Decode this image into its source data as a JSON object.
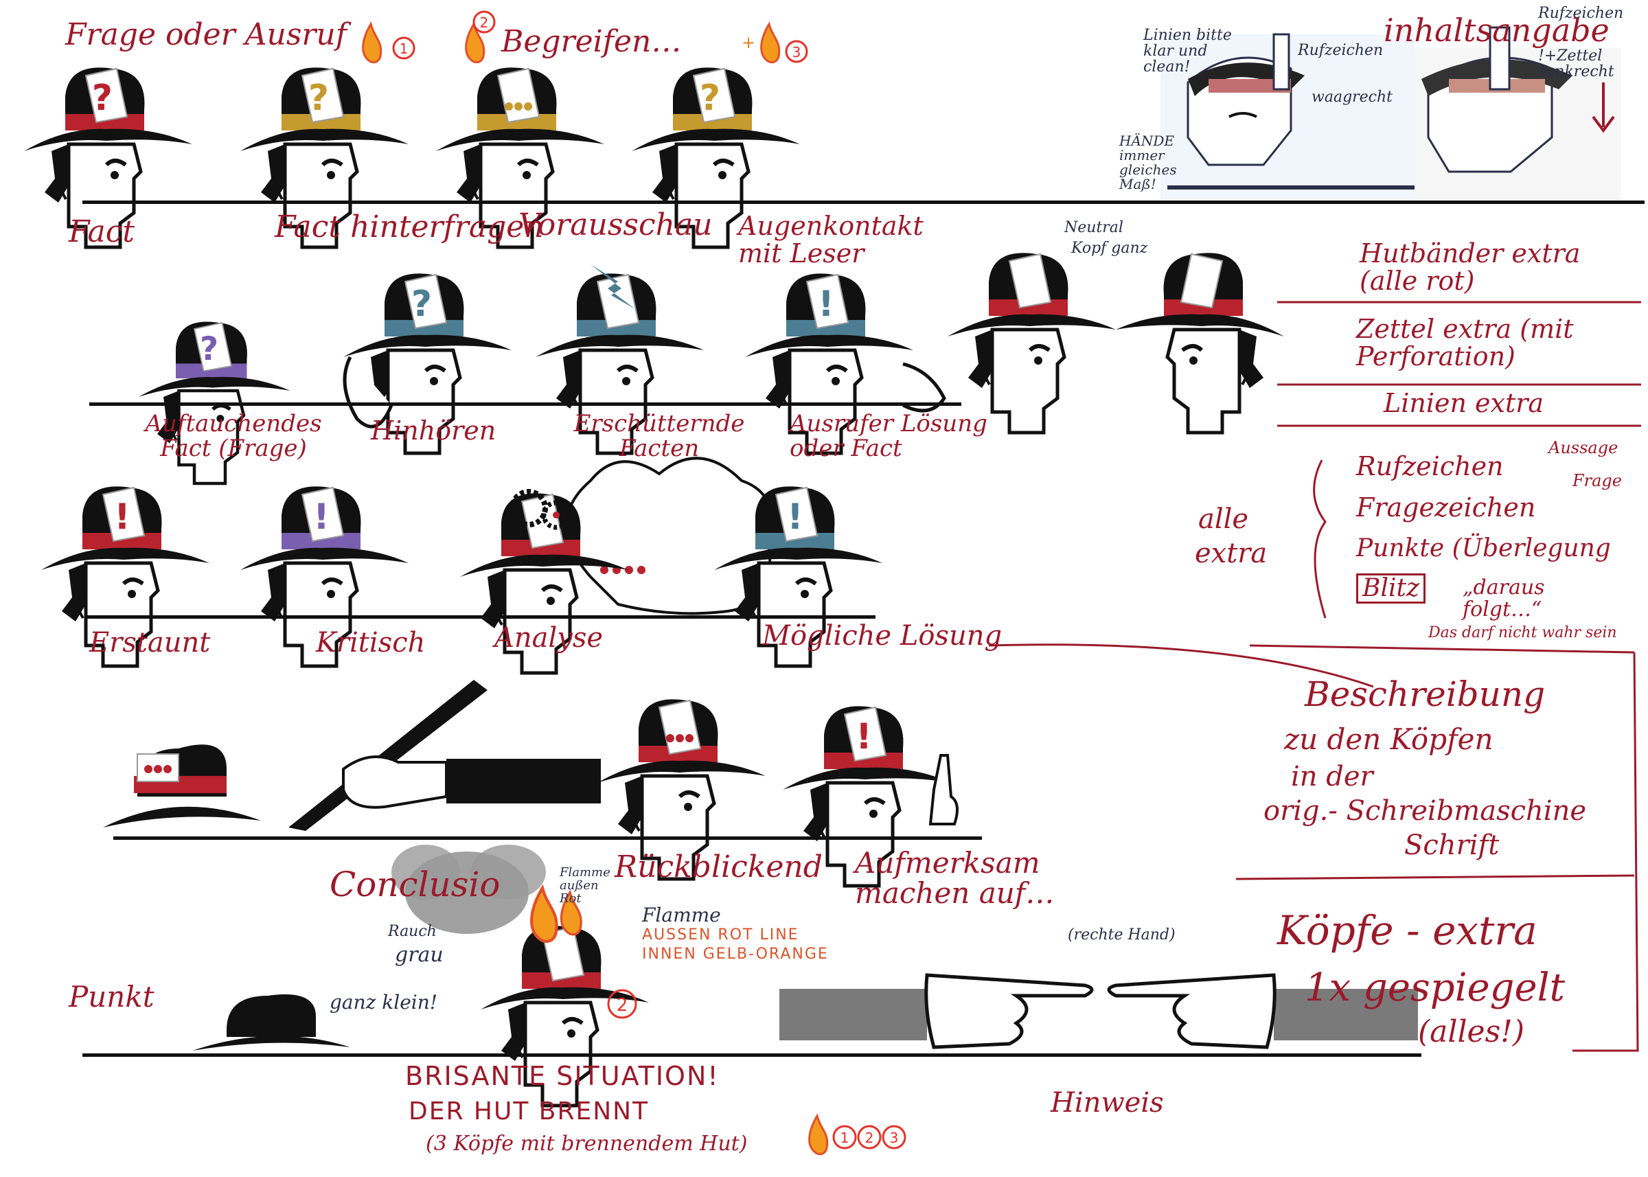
{
  "colors": {
    "ink": "#111111",
    "annotation_red": "#9b1a2a",
    "band_red": "#b8232e",
    "band_gold": "#c59a2e",
    "band_blue": "#4c7d93",
    "band_purple": "#7a5fb0",
    "flame_orange": "#f07b1a",
    "sleeve_gray": "#7a7a7a"
  },
  "row1": {
    "labels_top": [
      "Frage oder Ausruf",
      "Begreifen…"
    ],
    "labels_bottom": [
      "Fact",
      "Fact hinterfragen",
      "Vorausschau",
      "Augenkontakt mit Leser"
    ],
    "badges": [
      "1",
      "2",
      "+",
      "3"
    ]
  },
  "sketch": {
    "title": "inhaltsangabe",
    "notes": [
      "Linien bitte klar und clean!",
      "Rufzeichen",
      "waagrecht",
      "HÄNDE immer gleiches Maß!",
      "Rufzeichen",
      "!+Zettel senkrecht"
    ]
  },
  "row2": {
    "labels": [
      "Auftauchendes Fact (Frage)",
      "Hinhören",
      "Erschütternde Facten",
      "Ausrufer Lösung oder Fact"
    ],
    "neutral_note": [
      "Neutral",
      "Kopf ganz"
    ]
  },
  "row3": {
    "labels": [
      "Erstaunt",
      "Kritisch",
      "Analyse",
      "Mögliche Lösung"
    ]
  },
  "row4": {
    "labels": [
      "Conclusio",
      "Rückblickend",
      "Aufmerksam machen auf…"
    ]
  },
  "row5": {
    "labels": [
      "Punkt",
      "Hinweis"
    ],
    "smoke_notes": [
      "Rauch",
      "grau"
    ],
    "small_hat_note": "ganz klein!",
    "flame_notes": [
      "Flamme außen Rot",
      "Flamme",
      "AUSSEN ROT LINE",
      "INNEN GELB-ORANGE"
    ],
    "hand_note": "(rechte Hand)",
    "badge": "2"
  },
  "bottom": {
    "lines": [
      "BRISANTE SITUATION!",
      "DER HUT BRENNT",
      "(3 Köpfe mit brennendem Hut)"
    ],
    "badges": [
      "1",
      "2",
      "3"
    ]
  },
  "right_panel": {
    "items": [
      "Hutbänder extra (alle rot)",
      "Zettel extra (mit Perforation)",
      "Linien extra"
    ],
    "alle_extra": [
      "alle",
      "extra"
    ],
    "symbol_list": [
      "Rufzeichen",
      "Fragezeichen",
      "Punkte (Überlegung",
      "Blitz"
    ],
    "symbol_notes": [
      "Aussage",
      "Frage",
      "„daraus folgt…“",
      "Das darf nicht wahr sein"
    ],
    "beschreibung": [
      "Beschreibung",
      "zu den Köpfen",
      "in der",
      "orig.- Schreibmaschine",
      "Schrift"
    ],
    "koepfe": [
      "Köpfe - extra",
      "1x gespiegelt",
      "(alles!)"
    ]
  }
}
